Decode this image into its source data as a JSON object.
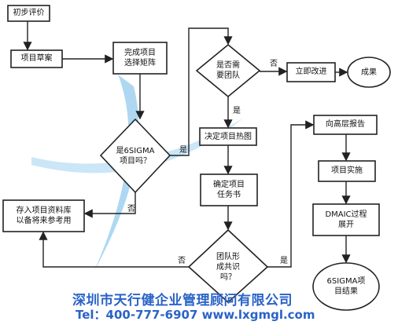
{
  "nodes": {
    "initial_eval": "初步评价",
    "project_draft": "项目草案",
    "complete_matrix": "完成项目\n选择矩阵",
    "need_team": "是否需\n要团队",
    "immediate_improve": "立即改进",
    "result": "成果",
    "is_6sigma": "是6SIGMA\n项目吗？",
    "decide_team": "决定项目热图",
    "store_database": "存入项目资料库\n以备将来参考用",
    "confirm_charter": "确定项目\n任务书",
    "team_consensus": "团队形\n成共识\n吗？",
    "report_upper": "向高层报告",
    "project_impl": "项目实施",
    "dmaic": "DMAIC过程\n展开",
    "sigma_result": "6SIGMA项\n目结果"
  },
  "edge_labels": {
    "no_immediate": "否",
    "yes_need_team": "是",
    "yes_is_6sigma": "是",
    "no_is_6sigma": "否",
    "no_consensus": "否",
    "yes_consensus": "是"
  },
  "footer": {
    "company": "深圳市天行健企业管理顾问有限公司",
    "contact": "Tel：400-777-6907 www.lxgmgl.com"
  },
  "colors": {
    "watermark": "#6cb8e8",
    "footer_text": "#2a63c8",
    "line": "#222222"
  }
}
